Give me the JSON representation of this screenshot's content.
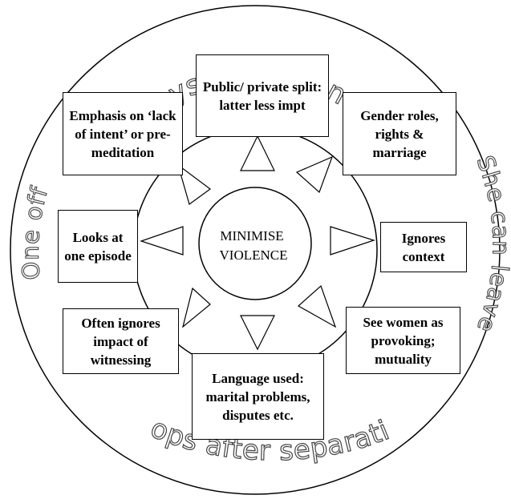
{
  "center": {
    "label_line1": "MINIMISE",
    "label_line2": "VIOLENCE"
  },
  "ring_labels": {
    "top": "Physical violence",
    "right": "She can leave",
    "bottom": "Stops after separation",
    "left": "One off"
  },
  "boxes": {
    "public_private": "Public/ private split: latter less impt",
    "gender_roles": "Gender roles, rights & marriage",
    "ignores_context": "Ignores context",
    "provoking": "See women as provoking; mutuality",
    "language_used": "Language used: marital problems, disputes etc.",
    "witnessing": "Often ignores impact of witnessing",
    "one_episode": "Looks at one episode",
    "lack_of_intent": "Emphasis on ‘lack of intent’ or pre-meditation"
  },
  "colors": {
    "stroke": "#000000",
    "background": "#ffffff",
    "ring_text_outline": "#444444"
  }
}
